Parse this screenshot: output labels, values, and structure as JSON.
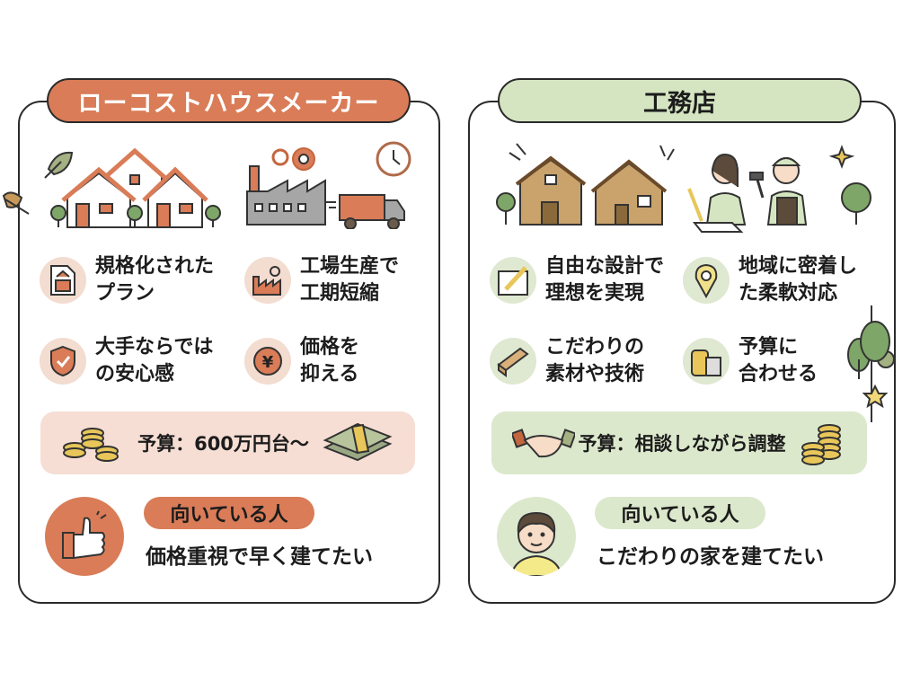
{
  "left": {
    "title": "ローコストハウスメーカー",
    "accent": "#d97c57",
    "features": [
      {
        "icon": "floor-plan-icon",
        "text": "規格化された\nプラン"
      },
      {
        "icon": "factory-gear-icon",
        "text": "工場生産で\n工期短縮"
      },
      {
        "icon": "shield-check-icon",
        "text": "大手ならでは\nの安心感"
      },
      {
        "icon": "yen-coin-icon",
        "text": "価格を\n抑える"
      }
    ],
    "budget": "予算：600万円台～",
    "target_label": "向いている人",
    "target_text": "価格重視で早く建てたい"
  },
  "right": {
    "title": "工務店",
    "accent": "#d5e5c1",
    "features": [
      {
        "icon": "blueprint-pencil-icon",
        "text": "自由な設計で\n理想を実現"
      },
      {
        "icon": "map-pin-icon",
        "text": "地域に密着し\nた柔軟対応"
      },
      {
        "icon": "wood-lumber-icon",
        "text": "こだわりの\n素材や技術"
      },
      {
        "icon": "coins-calculator-icon",
        "text": "予算に\n合わせる"
      }
    ],
    "budget": "予算：相談しながら調整",
    "target_label": "向いている人",
    "target_text": "こだわりの家を建てたい"
  }
}
